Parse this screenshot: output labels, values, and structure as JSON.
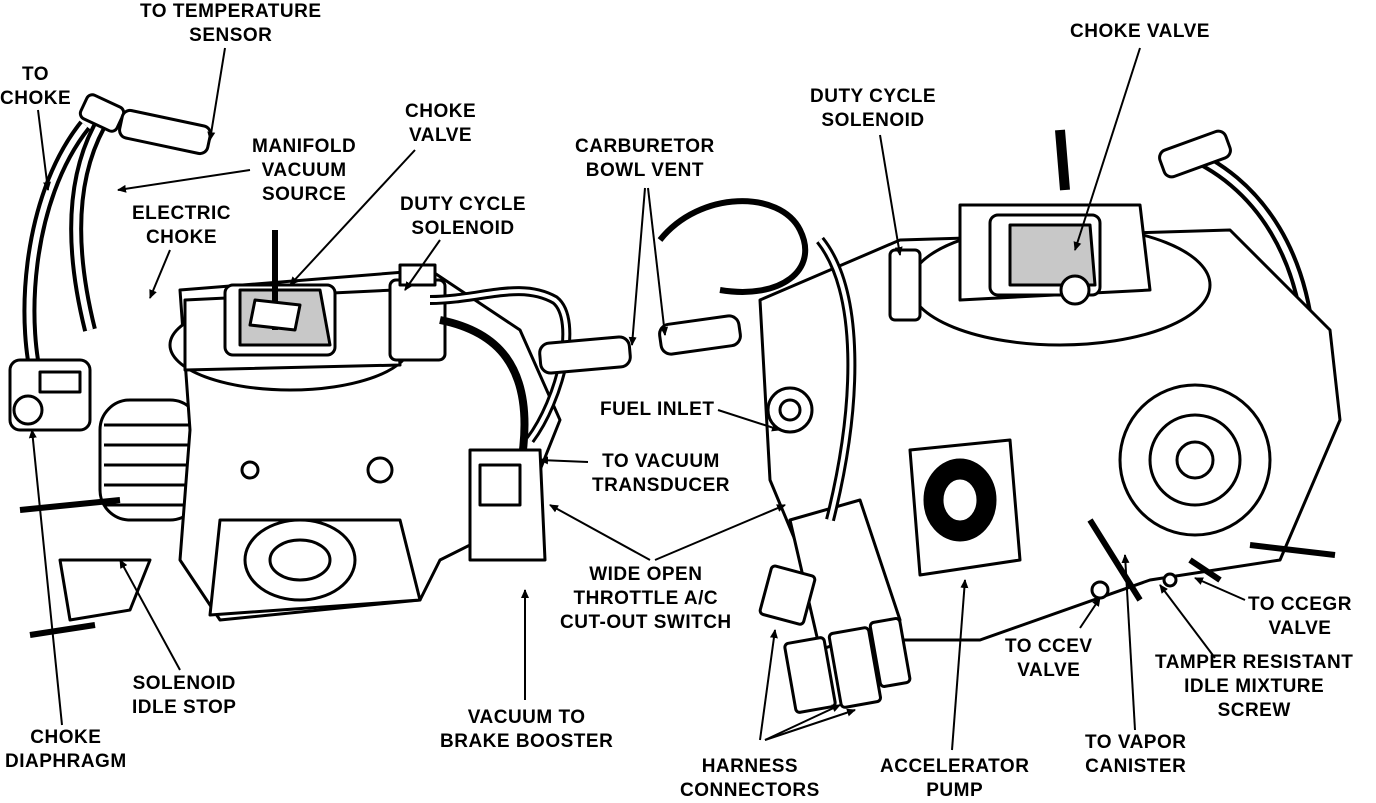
{
  "colors": {
    "ink": "#000000",
    "paper": "#ffffff",
    "shade": "#c8c8c8"
  },
  "figure": {
    "left_assembly": "carburetor-left-view",
    "right_assembly": "carburetor-right-view"
  },
  "labels": {
    "to_temperature_sensor": [
      "TO TEMPERATURE",
      "SENSOR"
    ],
    "to_choke": [
      "TO",
      "CHOKE"
    ],
    "manifold_vacuum_source": [
      "MANIFOLD",
      "VACUUM",
      "SOURCE"
    ],
    "choke_valve_left": [
      "CHOKE",
      "VALVE"
    ],
    "electric_choke": [
      "ELECTRIC",
      "CHOKE"
    ],
    "duty_cycle_solenoid_left": [
      "DUTY CYCLE",
      "SOLENOID"
    ],
    "carburetor_bowl_vent": [
      "CARBURETOR",
      "BOWL VENT"
    ],
    "duty_cycle_solenoid_right": [
      "DUTY CYCLE",
      "SOLENOID"
    ],
    "choke_valve_right": [
      "CHOKE VALVE"
    ],
    "fuel_inlet": [
      "FUEL INLET"
    ],
    "to_vacuum_transducer": [
      "TO VACUUM",
      "TRANSDUCER"
    ],
    "wide_open_throttle": [
      "WIDE OPEN",
      "THROTTLE A/C",
      "CUT-OUT SWITCH"
    ],
    "solenoid_idle_stop": [
      "SOLENOID",
      "IDLE STOP"
    ],
    "choke_diaphragm": [
      "CHOKE",
      "DIAPHRAGM"
    ],
    "vacuum_to_brake_booster": [
      "VACUUM TO",
      "BRAKE BOOSTER"
    ],
    "harness_connectors": [
      "HARNESS",
      "CONNECTORS"
    ],
    "accelerator_pump": [
      "ACCELERATOR",
      "PUMP"
    ],
    "to_ccev_valve": [
      "TO CCEV",
      "VALVE"
    ],
    "to_ccegr_valve": [
      "TO CCEGR",
      "VALVE"
    ],
    "tamper_resistant": [
      "TAMPER RESISTANT",
      "IDLE MIXTURE",
      "SCREW"
    ],
    "to_vapor_canister": [
      "TO VAPOR",
      "CANISTER"
    ]
  }
}
